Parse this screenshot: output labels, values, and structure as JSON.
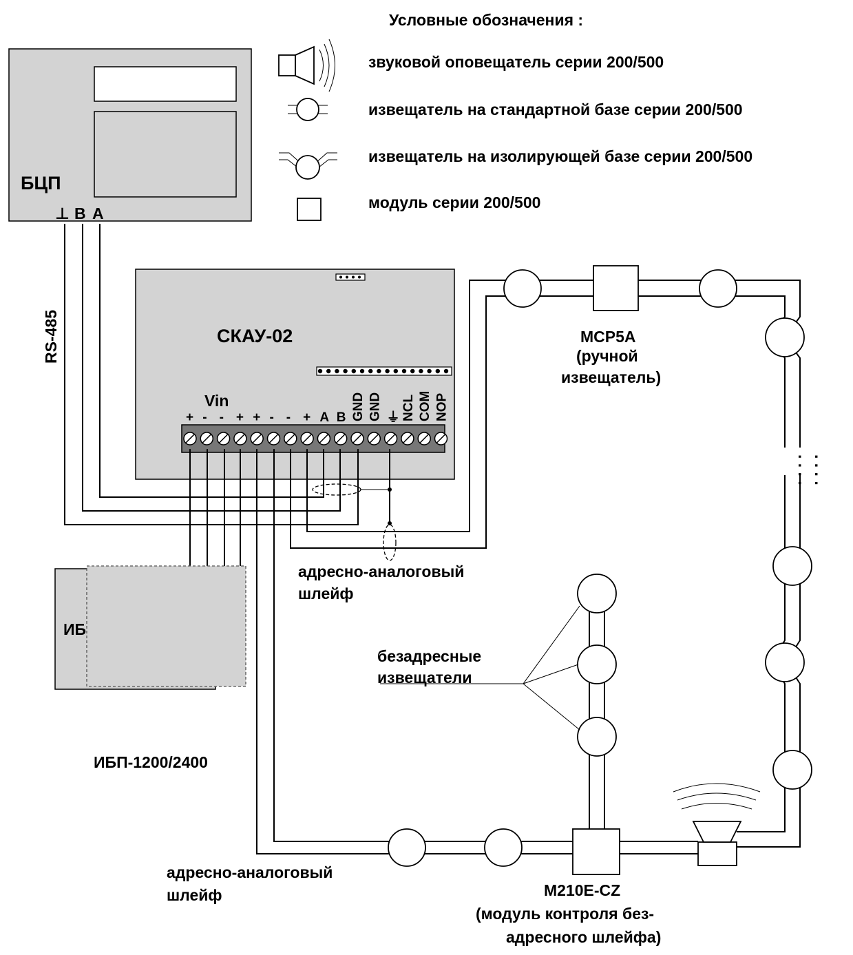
{
  "legend": {
    "title": "Условные обозначения :",
    "items": [
      {
        "icon": "sounder-icon",
        "text": "звуковой оповещатель серии 200/500"
      },
      {
        "icon": "detector-standard-base-icon",
        "text": "извещатель на стандартной базе серии 200/500"
      },
      {
        "icon": "detector-isolating-base-icon",
        "text": "извещатель на изолирующей базе серии 200/500"
      },
      {
        "icon": "module-icon",
        "text": "модуль серии 200/500"
      }
    ]
  },
  "bcp": {
    "label": "БЦП",
    "terminals": [
      "⊥",
      "B",
      "A"
    ]
  },
  "rs485": "RS-485",
  "controller": {
    "label": "СКАУ-02",
    "vin": "Vin",
    "terminals": [
      "+",
      "-",
      "-",
      "+",
      "+",
      "-",
      "-",
      "+",
      "A",
      "B",
      "GND",
      "GND",
      "⏚",
      "NCL",
      "COM",
      "NOP"
    ]
  },
  "psu1": "ИБП-1200/2400",
  "psu2": "ИБП-1200/2400",
  "loop_label_right": [
    "адресно-аналоговый",
    "шлейф"
  ],
  "loop_label_left": [
    "адресно-аналоговый",
    "шлейф"
  ],
  "mcp": [
    "MCP5A",
    "(ручной",
    "извещатель)"
  ],
  "nonaddr": [
    "безадресные",
    "извещатели"
  ],
  "m210": [
    "M210E-CZ",
    "(модуль контроля без-",
    "адресного шлейфа)"
  ],
  "ellipsis": ". . . ."
}
